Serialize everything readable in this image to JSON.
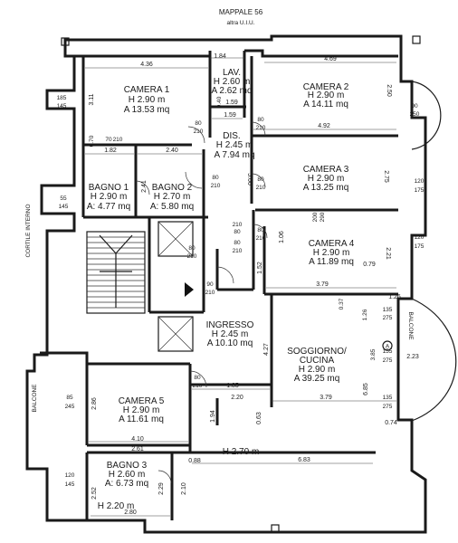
{
  "header": {
    "title": "MAPPALE 56",
    "subtitle": "altra U.I.U."
  },
  "side_labels": {
    "courtyard": "CORTILE INTERNO",
    "balcony_left": "BALCONE",
    "balcony_right": "BALCONE"
  },
  "rooms": {
    "camera1": {
      "name": "CAMERA 1",
      "h": "H 2.90 m",
      "a": "A 13.53 mq"
    },
    "lav": {
      "name": "LAV.",
      "h": "H 2.60 m",
      "a": "A 2.62 mq"
    },
    "camera2": {
      "name": "CAMERA 2",
      "h": "H 2.90 m",
      "a": "A 14.11 mq"
    },
    "dis": {
      "name": "DIS.",
      "h": "H 2.45 m",
      "a": "A 7.94 mq"
    },
    "camera3": {
      "name": "CAMERA 3",
      "h": "H 2.90 m",
      "a": "A 13.25 mq"
    },
    "bagno1": {
      "name": "BAGNO 1",
      "h": "H 2.90 m",
      "a": "A: 4.77 mq"
    },
    "bagno2": {
      "name": "BAGNO 2",
      "h": "H 2.70 m",
      "a": "A: 5.80 mq"
    },
    "camera4": {
      "name": "CAMERA 4",
      "h": "H 2.90 m",
      "a": "A 11.89 mq"
    },
    "ingresso": {
      "name": "INGRESSO",
      "h": "H 2.45 m",
      "a": "A 10.10 mq"
    },
    "soggiorno": {
      "name": "SOGGIORNO/",
      "name2": "CUCINA",
      "h": "H 2.90 m",
      "a": "A 39.25 mq"
    },
    "camera5": {
      "name": "CAMERA 5",
      "h": "H 2.90 m",
      "a": "A 11.61 mq"
    },
    "bagno3": {
      "name": "BAGNO 3",
      "h": "H 2.60 m",
      "a": "A: 6.73 mq"
    },
    "corridor": {
      "h": "H 2.70 m"
    },
    "bagno3_lower": {
      "h": "H 2.20 m"
    }
  },
  "dimensions": {
    "d436": "4.36",
    "d184": "1.84",
    "d469": "4.69",
    "d311": "3.11",
    "d250": "2.50",
    "d159a": "1.59",
    "d159b": "1.59",
    "d492": "4.92",
    "d182": "1.82",
    "d240": "2.40",
    "d241": "2.41",
    "d500": "5.00",
    "d275": "2.75",
    "d221": "2.21",
    "d079": "0.79",
    "d152": "1.52",
    "d106": "1.06",
    "d379a": "3.79",
    "d037": "0.37",
    "d126": "1.26",
    "d385": "3.85",
    "d223": "2.23",
    "d427": "4.27",
    "d685": "6.85",
    "d185": "1.85",
    "d220a": "2.20",
    "d379b": "3.79",
    "d063": "0.63",
    "d074": "0.74",
    "d286": "2.86",
    "d410": "4.10",
    "d261": "2.61",
    "d088": "0.88",
    "d683": "6.83",
    "d210": "2.10",
    "d229": "2.29",
    "d252": "2.52",
    "d280": "2.80",
    "d194": "1.94",
    "d070": "0.70",
    "d040": "0.40",
    "d126b": "1.26"
  },
  "openings": {
    "w185": "185",
    "w145a": "145",
    "w90": "90",
    "w250": "250",
    "w55": "55",
    "w145b": "145",
    "w120a": "120",
    "w175a": "175",
    "w120b": "120",
    "w175b": "175",
    "w135a": "135",
    "w275a": "275",
    "w155": "155",
    "w275b": "275",
    "w135b": "135",
    "w275c": "275",
    "w85": "85",
    "w245": "245",
    "w120c": "120",
    "w145c": "145",
    "w80a": "80",
    "w210a": "210",
    "w80b": "80",
    "w210b": "210",
    "w80c": "80",
    "w210c": "210",
    "w80d": "80",
    "w210d": "210",
    "w80e": "80",
    "w210e": "210",
    "w80f": "80",
    "w210f": "210",
    "w80g": "80",
    "w210g": "210",
    "w90e": "90",
    "w210h": "210",
    "w80h": "80",
    "w210i": "210",
    "w200": "200",
    "w290": "290",
    "w70": "70",
    "w210j": "210",
    "w80i": "80",
    "w210k": "210"
  },
  "markers": {
    "circle_a": "A"
  }
}
